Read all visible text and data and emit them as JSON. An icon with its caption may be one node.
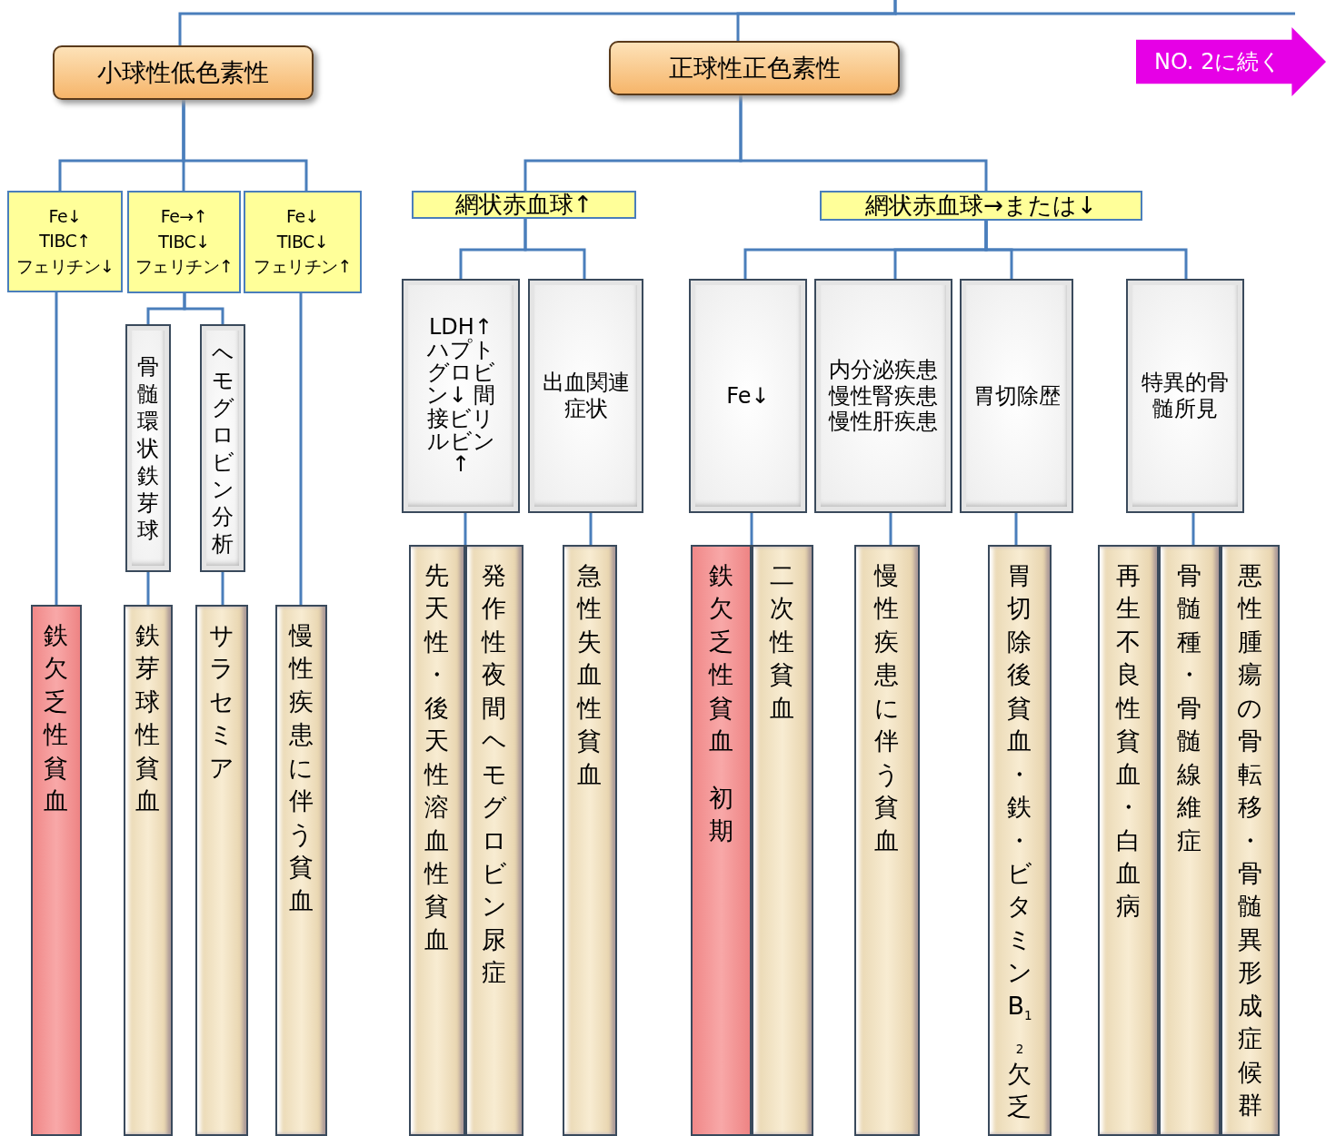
{
  "diagram": {
    "nodes": [
      {
        "text": [
          "小球性低色素性"
        ]
      },
      {
        "text": [
          "正球性正色素性"
        ]
      },
      {
        "text": [
          "Fe↓",
          "TIBC↑",
          "フェリチン↓"
        ]
      },
      {
        "text": [
          "Fe→↑",
          "TIBC↓",
          "フェリチン↑"
        ]
      },
      {
        "text": [
          "Fe↓",
          "TIBC↓",
          "フェリチン↑"
        ]
      },
      {
        "text": [
          "網状赤血球↑"
        ]
      },
      {
        "text": [
          "網状赤血球→または↓"
        ]
      },
      {
        "text": [
          "骨髄環状鉄芽球"
        ]
      },
      {
        "text": [
          "ヘモグロビン分析"
        ]
      },
      {
        "text": [
          "LDH↑ ハプトグロビン↓ 間接ビリルビン↑"
        ]
      },
      {
        "text": [
          "出血関連症状"
        ]
      },
      {
        "text": [
          "Fe↓"
        ]
      },
      {
        "text": [
          "内分泌疾患慢性腎疾患慢性肝疾患"
        ]
      },
      {
        "text": [
          "胃切除歴"
        ]
      },
      {
        "text": [
          "特異的骨髄所見"
        ]
      },
      {
        "text": [
          "鉄欠乏性貧血"
        ]
      },
      {
        "text": [
          "鉄芽球性貧血"
        ]
      },
      {
        "text": [
          "サラセミア"
        ]
      },
      {
        "text": [
          "慢性疾患に伴う貧血"
        ]
      },
      {
        "text": [
          "先天性・後天性溶血性貧血"
        ]
      },
      {
        "text": [
          "発作性夜間ヘモグロビン尿症"
        ]
      },
      {
        "text": [
          "急性失血性貧血"
        ]
      },
      {
        "text": [
          "鉄欠乏性貧血",
          "初期"
        ]
      },
      {
        "text": [
          "二次性貧血"
        ]
      },
      {
        "text": [
          "慢性疾患に伴う貧血"
        ]
      },
      {
        "text": [
          "胃切除後貧血・鉄・ビタミンB$_{12}$欠乏"
        ]
      },
      {
        "text": [
          "再生不良性貧血・白血病"
        ]
      },
      {
        "text": [
          "骨髄種・骨髄線維症"
        ]
      },
      {
        "text": [
          "悪性腫瘍の骨転移・骨髄異形成症候群"
        ]
      },
      {
        "text": [
          "NO. 2に続く"
        ]
      }
    ],
    "edges": [
      {
        "from": null,
        "to": 0,
        "arrow": "none"
      },
      {
        "from": null,
        "to": 1,
        "arrow": "none"
      },
      {
        "from": 0,
        "to": 2,
        "arrow": "none"
      },
      {
        "from": 0,
        "to": 3,
        "arrow": "none"
      },
      {
        "from": 0,
        "to": 4,
        "arrow": "none"
      },
      {
        "from": 1,
        "to": 5,
        "arrow": "none"
      },
      {
        "from": 1,
        "to": 6,
        "arrow": "none"
      },
      {
        "from": 2,
        "to": 15,
        "arrow": "none"
      },
      {
        "from": 3,
        "to": 7,
        "arrow": "none"
      },
      {
        "from": 3,
        "to": 8,
        "arrow": "none"
      },
      {
        "from": 7,
        "to": 16,
        "arrow": "none"
      },
      {
        "from": 8,
        "to": 17,
        "arrow": "none"
      },
      {
        "from": 4,
        "to": 18,
        "arrow": "none"
      },
      {
        "from": 5,
        "to": 9,
        "arrow": "none"
      },
      {
        "from": 5,
        "to": 10,
        "arrow": "none"
      },
      {
        "from": 9,
        "to": 19,
        "arrow": "none"
      },
      {
        "from": 9,
        "to": 20,
        "arrow": "none"
      },
      {
        "from": 10,
        "to": 21,
        "arrow": "none"
      },
      {
        "from": 6,
        "to": 11,
        "arrow": "none"
      },
      {
        "from": 6,
        "to": 12,
        "arrow": "none"
      },
      {
        "from": 6,
        "to": 13,
        "arrow": "none"
      },
      {
        "from": 6,
        "to": 14,
        "arrow": "none"
      },
      {
        "from": 11,
        "to": 22,
        "arrow": "none"
      },
      {
        "from": 11,
        "to": 23,
        "arrow": "none"
      },
      {
        "from": 12,
        "to": 24,
        "arrow": "none"
      },
      {
        "from": 13,
        "to": 25,
        "arrow": "none"
      },
      {
        "from": 14,
        "to": 27,
        "arrow": "none"
      }
    ]
  }
}
